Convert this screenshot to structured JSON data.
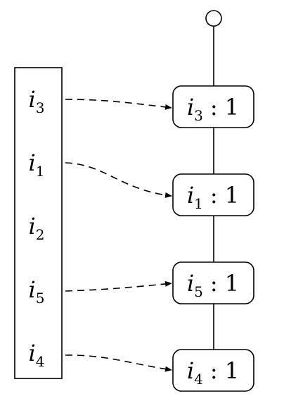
{
  "diagram": {
    "stroke_color": "#000000",
    "background": "#ffffff",
    "edge_style": "dashed-arrow",
    "list_items": [
      {
        "symbol": "i",
        "subscript": "3"
      },
      {
        "symbol": "i",
        "subscript": "1"
      },
      {
        "symbol": "i",
        "subscript": "2"
      },
      {
        "symbol": "i",
        "subscript": "5"
      },
      {
        "symbol": "i",
        "subscript": "4"
      }
    ],
    "nodes": [
      {
        "symbol": "i",
        "subscript": "3",
        "separator": ":",
        "count": "1"
      },
      {
        "symbol": "i",
        "subscript": "1",
        "separator": ":",
        "count": "1"
      },
      {
        "symbol": "i",
        "subscript": "5",
        "separator": ":",
        "count": "1"
      },
      {
        "symbol": "i",
        "subscript": "4",
        "separator": ":",
        "count": "1"
      }
    ]
  }
}
